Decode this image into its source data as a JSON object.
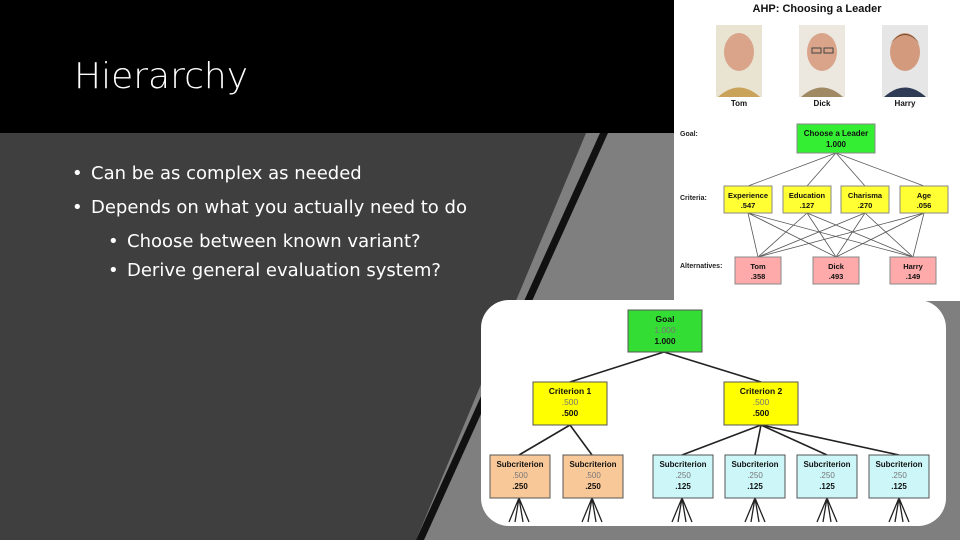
{
  "slide": {
    "title": "Hierarchy",
    "bullets": [
      {
        "level": 1,
        "text": "Can be as complex as needed"
      },
      {
        "level": 1,
        "text": "Depends on what you actually need to do"
      },
      {
        "level": 2,
        "text": "Choose between known variant?"
      },
      {
        "level": 2,
        "text": "Derive general evaluation system?"
      }
    ]
  },
  "ahp_leader": {
    "title": "AHP: Choosing a Leader",
    "people": [
      "Tom",
      "Dick",
      "Harry"
    ],
    "level_labels": {
      "goal": "Goal:",
      "criteria": "Criteria:",
      "alternatives": "Alternatives:"
    },
    "goal": {
      "name": "Choose a Leader",
      "weight": "1.000"
    },
    "criteria": [
      {
        "name": "Experience",
        "weight": ".547"
      },
      {
        "name": "Education",
        "weight": ".127"
      },
      {
        "name": "Charisma",
        "weight": ".270"
      },
      {
        "name": "Age",
        "weight": ".056"
      }
    ],
    "alternatives": [
      {
        "name": "Tom",
        "weight": ".358"
      },
      {
        "name": "Dick",
        "weight": ".493"
      },
      {
        "name": "Harry",
        "weight": ".149"
      }
    ],
    "colors": {
      "goal": "#33ee33",
      "criteria": "#ffff33",
      "alternatives": "#ffaaaa"
    }
  },
  "generic_hierarchy": {
    "goal": {
      "name": "Goal",
      "local": "1.000",
      "global": "1.000"
    },
    "criteria": [
      {
        "name": "Criterion 1",
        "local": ".500",
        "global": ".500"
      },
      {
        "name": "Criterion 2",
        "local": ".500",
        "global": ".500"
      }
    ],
    "subcriteria": [
      {
        "name": "Subcriterion",
        "local": ".500",
        "global": ".250"
      },
      {
        "name": "Subcriterion",
        "local": ".500",
        "global": ".250"
      },
      {
        "name": "Subcriterion",
        "local": ".250",
        "global": ".125"
      },
      {
        "name": "Subcriterion",
        "local": ".250",
        "global": ".125"
      },
      {
        "name": "Subcriterion",
        "local": ".250",
        "global": ".125"
      },
      {
        "name": "Subcriterion",
        "local": ".250",
        "global": ".125"
      }
    ],
    "colors": {
      "goal": "#33dd33",
      "criteria": "#ffff00",
      "sub_criterion1": "#f9c898",
      "sub_criterion2": "#ccf6f8"
    }
  }
}
